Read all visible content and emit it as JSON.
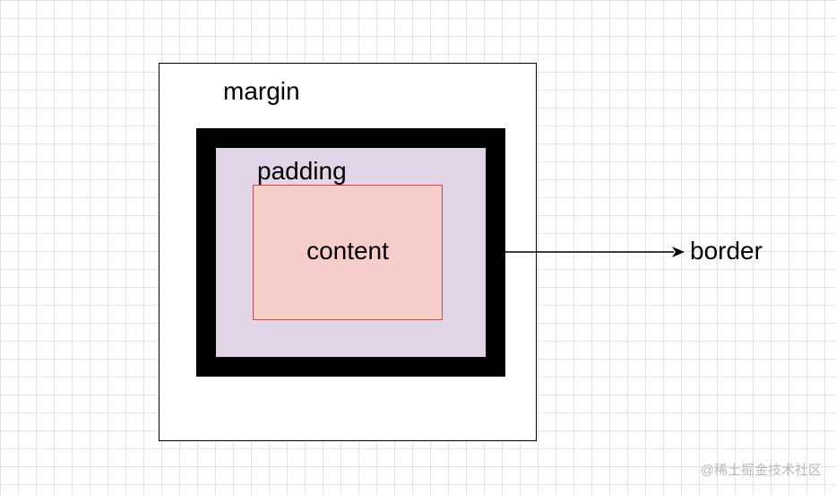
{
  "diagram": {
    "labels": {
      "margin": "margin",
      "padding": "padding",
      "content": "content",
      "border": "border"
    },
    "colors": {
      "margin_fill": "#ffffff",
      "border_fill": "#000000",
      "padding_fill": "#e1d5e7",
      "content_fill": "#f8cecc",
      "content_stroke": "#b85450",
      "grid": "#e3e3e3"
    }
  },
  "watermark": "@稀土掘金技术社区"
}
